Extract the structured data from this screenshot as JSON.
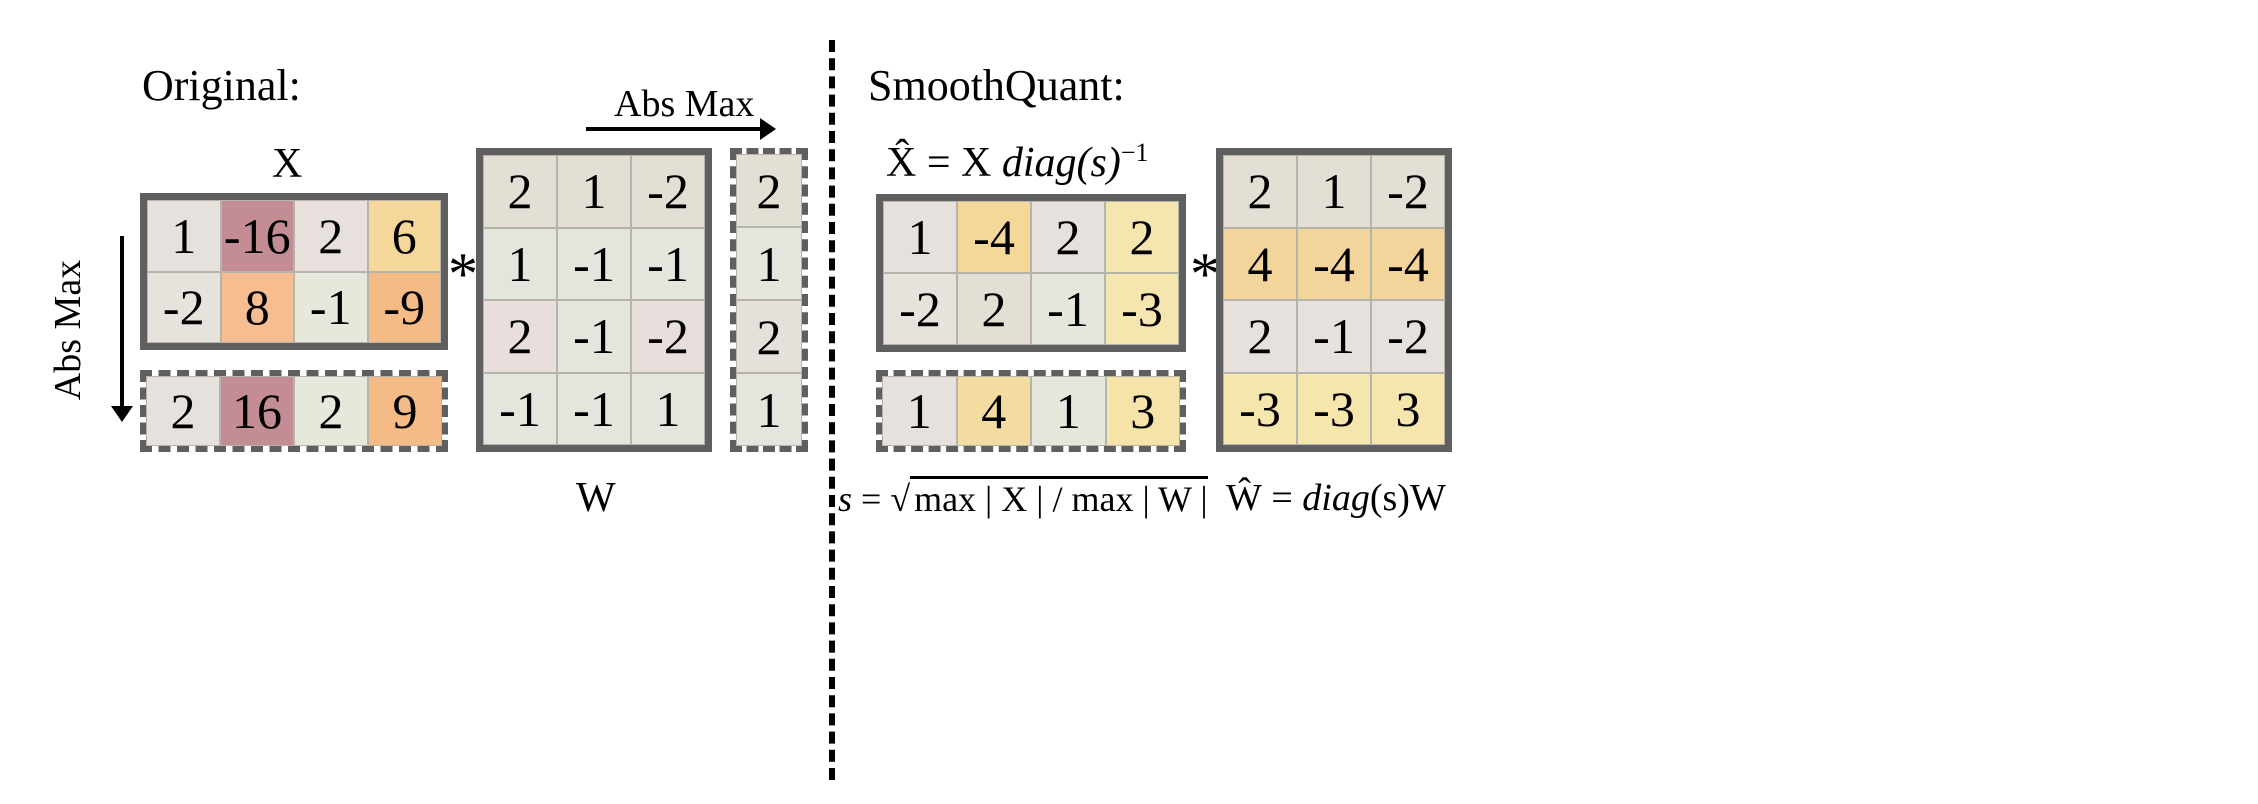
{
  "original": {
    "title": "Original:",
    "x_label": "X",
    "w_label": "W",
    "abs_max_row_label": "Abs Max",
    "abs_max_col_label": "Abs Max",
    "times": "*",
    "X": [
      [
        {
          "v": "1",
          "c": "#e6e1dc"
        },
        {
          "v": "-16",
          "c": "#c48d96"
        },
        {
          "v": "2",
          "c": "#e8e0dc"
        },
        {
          "v": "6",
          "c": "#f5d69b"
        }
      ],
      [
        {
          "v": "-2",
          "c": "#e6e2dc"
        },
        {
          "v": "8",
          "c": "#f5bd90"
        },
        {
          "v": "-1",
          "c": "#e6e8dc"
        },
        {
          "v": "-9",
          "c": "#f4bb87"
        }
      ]
    ],
    "X_absmax": [
      [
        {
          "v": "2",
          "c": "#e6e1dc"
        },
        {
          "v": "16",
          "c": "#c48d96"
        },
        {
          "v": "2",
          "c": "#e6e8dc"
        },
        {
          "v": "9",
          "c": "#f4bb87"
        }
      ]
    ],
    "W": [
      [
        {
          "v": "2",
          "c": "#e3dfd4"
        },
        {
          "v": "1",
          "c": "#e3dfd4"
        },
        {
          "v": "-2",
          "c": "#e3dfd4"
        }
      ],
      [
        {
          "v": "1",
          "c": "#e4e5dc"
        },
        {
          "v": "-1",
          "c": "#e4e5dc"
        },
        {
          "v": "-1",
          "c": "#e4e5dc"
        }
      ],
      [
        {
          "v": "2",
          "c": "#e8dedb"
        },
        {
          "v": "-1",
          "c": "#e4e5dc"
        },
        {
          "v": "-2",
          "c": "#e8dedb"
        }
      ],
      [
        {
          "v": "-1",
          "c": "#e4e5dc"
        },
        {
          "v": "-1",
          "c": "#e4e5dc"
        },
        {
          "v": "1",
          "c": "#e4e5dc"
        }
      ]
    ],
    "W_absmax": [
      [
        {
          "v": "2",
          "c": "#e3dfd4"
        }
      ],
      [
        {
          "v": "1",
          "c": "#e4e5dc"
        }
      ],
      [
        {
          "v": "2",
          "c": "#e6e0db"
        }
      ],
      [
        {
          "v": "1",
          "c": "#e4e5dc"
        }
      ]
    ]
  },
  "smooth": {
    "title": "SmoothQuant:",
    "xhat_formula": {
      "lhs": "X̂ = X ",
      "fn": "diag",
      "arg": "(s)",
      "sup": "−1"
    },
    "what_formula": {
      "lhs": "Ŵ = ",
      "fn": "diag",
      "arg": "(s)W"
    },
    "s_formula": {
      "lhs": "s",
      "eq": " = √",
      "body": "max | X | / max | W |"
    },
    "times": "*",
    "X": [
      [
        {
          "v": "1",
          "c": "#e6e1dc"
        },
        {
          "v": "-4",
          "c": "#f3d89a"
        },
        {
          "v": "2",
          "c": "#e6e1dc"
        },
        {
          "v": "2",
          "c": "#f5e6b0"
        }
      ],
      [
        {
          "v": "-2",
          "c": "#e6e2dc"
        },
        {
          "v": "2",
          "c": "#e3dfd4"
        },
        {
          "v": "-1",
          "c": "#e5e6dc"
        },
        {
          "v": "-3",
          "c": "#f5e6b0"
        }
      ]
    ],
    "X_absmax": [
      [
        {
          "v": "1",
          "c": "#e6e1dc"
        },
        {
          "v": "4",
          "c": "#f3dca0"
        },
        {
          "v": "1",
          "c": "#e5e6dc"
        },
        {
          "v": "3",
          "c": "#f5e3a8"
        }
      ]
    ],
    "W": [
      [
        {
          "v": "2",
          "c": "#e3dfd4"
        },
        {
          "v": "1",
          "c": "#e3dfd4"
        },
        {
          "v": "-2",
          "c": "#e3dfd4"
        }
      ],
      [
        {
          "v": "4",
          "c": "#f3d49a"
        },
        {
          "v": "-4",
          "c": "#f3d49a"
        },
        {
          "v": "-4",
          "c": "#f3d49a"
        }
      ],
      [
        {
          "v": "2",
          "c": "#e6e1dc"
        },
        {
          "v": "-1",
          "c": "#e6e1dc"
        },
        {
          "v": "-2",
          "c": "#e6e1dc"
        }
      ],
      [
        {
          "v": "-3",
          "c": "#f5e6ae"
        },
        {
          "v": "-3",
          "c": "#f5e6ae"
        },
        {
          "v": "3",
          "c": "#f5e6ae"
        }
      ]
    ]
  }
}
